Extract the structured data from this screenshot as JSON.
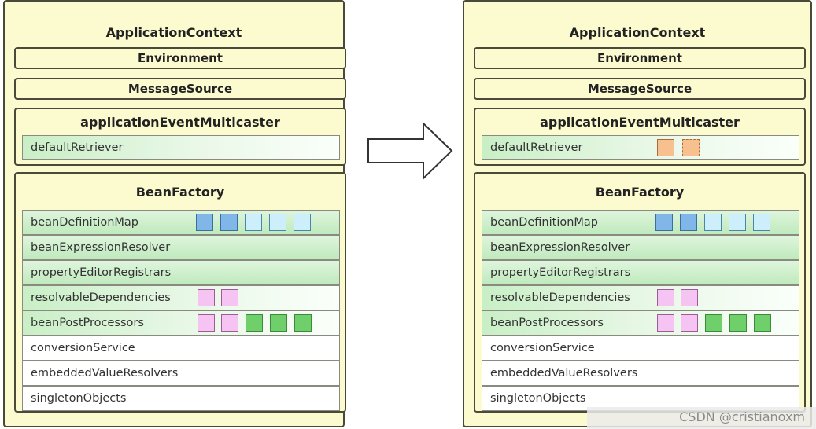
{
  "left": {
    "title": "ApplicationContext",
    "environment": "Environment",
    "message_source": "MessageSource",
    "multicaster": {
      "title": "applicationEventMulticaster",
      "retriever": "defaultRetriever"
    },
    "bean_factory": {
      "title": "BeanFactory",
      "rows": [
        "beanDefinitionMap",
        "beanExpressionResolver",
        "propertyEditorRegistrars",
        "resolvableDependencies",
        "beanPostProcessors",
        "conversionService",
        "embeddedValueResolvers",
        "singletonObjects"
      ]
    }
  },
  "right": {
    "title": "ApplicationContext",
    "environment": "Environment",
    "message_source": "MessageSource",
    "multicaster": {
      "title": "applicationEventMulticaster",
      "retriever": "defaultRetriever"
    },
    "bean_factory": {
      "title": "BeanFactory",
      "rows": [
        "beanDefinitionMap",
        "beanExpressionResolver",
        "propertyEditorRegistrars",
        "resolvableDependencies",
        "beanPostProcessors",
        "conversionService",
        "embeddedValueResolvers",
        "singletonObjects"
      ]
    }
  },
  "watermark": "CSDN @cristianoxm",
  "colors": {
    "panel_bg": "#fcfbd0",
    "row_green": "#c9efc6",
    "square_blue": "#80b6e8",
    "square_light_blue": "#cdeefb",
    "square_pink": "#f5c4f2",
    "square_green": "#6fd06b",
    "square_orange": "#f8c08e"
  }
}
